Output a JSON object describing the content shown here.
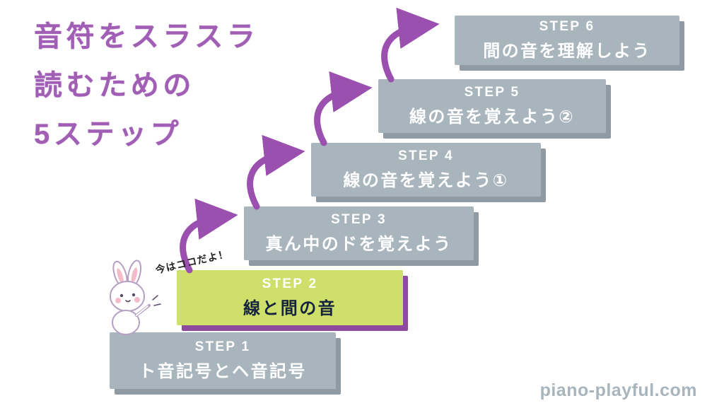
{
  "title": {
    "lines": [
      "音符をスラスラ",
      "読むための",
      "5ステップ"
    ]
  },
  "steps": [
    {
      "label": "STEP 1",
      "text": "ト音記号とヘ音記号",
      "highlight": false
    },
    {
      "label": "STEP 2",
      "text": "線と間の音",
      "highlight": true
    },
    {
      "label": "STEP 3",
      "text": "真ん中のドを覚えよう",
      "highlight": false
    },
    {
      "label": "STEP 4",
      "text": "線の音を覚えよう①",
      "highlight": false
    },
    {
      "label": "STEP 5",
      "text": "線の音を覚えよう②",
      "highlight": false
    },
    {
      "label": "STEP 6",
      "text": "間の音を理解しよう",
      "highlight": false
    }
  ],
  "callout": {
    "text": "今はココだよ！"
  },
  "footer": {
    "text": "piano-playful.com"
  },
  "colors": {
    "title_purple": "#a05fb5",
    "arrow_purple": "#9b4fae",
    "box_gray": "#a9b5bd",
    "box_shadow_gray": "#8f9aa2",
    "highlight_lime": "#cfe06a",
    "highlight_shadow_purple": "#8e4a9e",
    "highlight_text": "#16233f",
    "footer_gray": "#a9b5bd"
  }
}
